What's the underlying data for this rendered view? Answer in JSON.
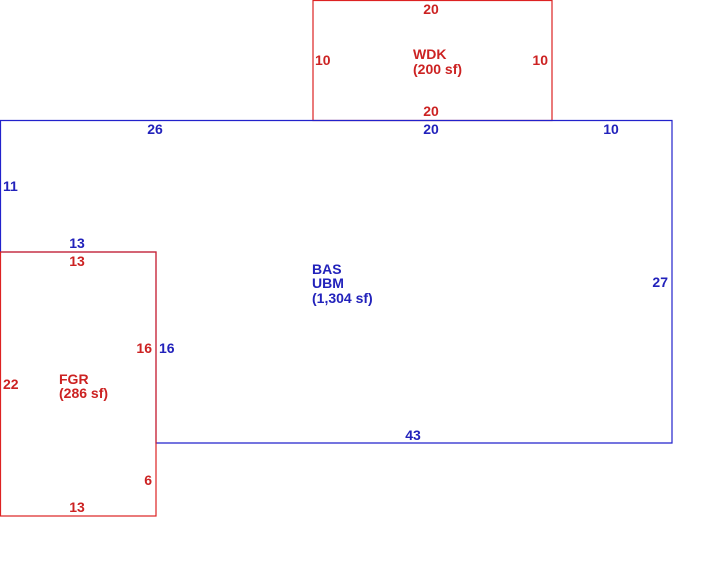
{
  "colors": {
    "bas": "#2222cc",
    "addition": "#dd2222"
  },
  "areas": {
    "wdk": {
      "code": "WDK",
      "area": "(200 sf)",
      "dims": {
        "top": "20",
        "left": "10",
        "right": "10",
        "bottom": "20"
      }
    },
    "bas": {
      "code": "BAS",
      "code2": "UBM",
      "area": "(1,304 sf)",
      "dims": {
        "top_left": "26",
        "top_middle": "20",
        "top_right": "10",
        "left": "11",
        "fgr_shared_top": "13",
        "fgr_shared_side": "16",
        "right": "27",
        "bottom": "43"
      }
    },
    "fgr": {
      "code": "FGR",
      "area": "(286 sf)",
      "dims": {
        "top": "13",
        "right_upper": "16",
        "left": "22",
        "right_lower": "6",
        "bottom": "13"
      }
    }
  }
}
